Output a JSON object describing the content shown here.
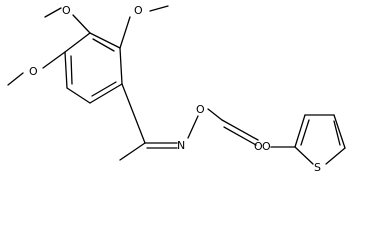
{
  "molecule": {
    "atom_labels": {
      "o_methoxy_top": "O",
      "o_methoxy_topright": "O",
      "o_methoxy_left": "O",
      "n_oxime": "N",
      "o_oxime": "O",
      "o_carbonyl": "O",
      "o_ether": "O",
      "s_thiophene": "S"
    }
  }
}
